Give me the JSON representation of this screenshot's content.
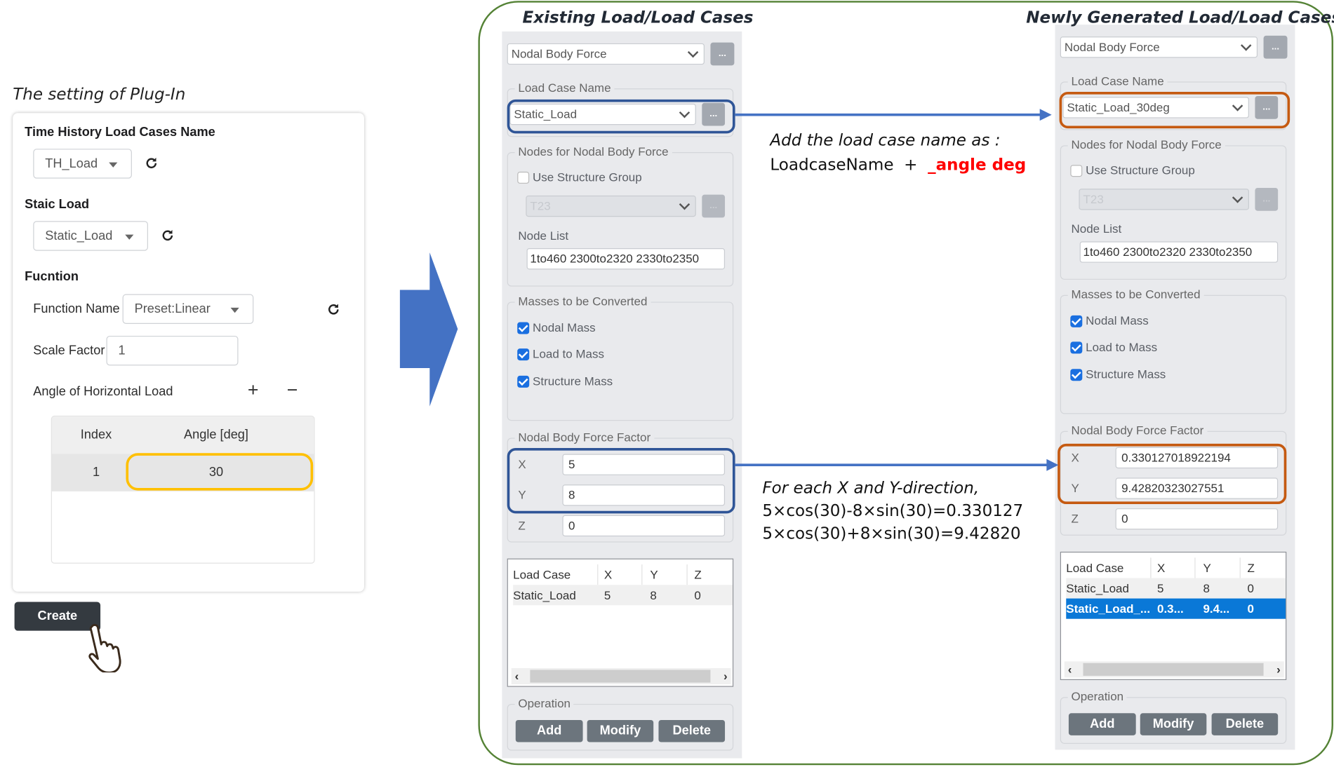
{
  "left_panel": {
    "caption": "The setting of Plug-In",
    "th_label": "Time History Load Cases Name",
    "th_value": "TH_Load",
    "static_label": "Staic Load",
    "static_value": "Static_Load",
    "function_label": "Fucntion",
    "function_name_label": "Function Name",
    "function_name_value": "Preset:Linear",
    "scale_factor_label": "Scale Factor",
    "scale_factor_value": "1",
    "angle_label": "Angle of Horizontal Load",
    "add_symbol": "+",
    "remove_symbol": "−",
    "angle_table": {
      "headers": [
        "Index",
        "Angle [deg]"
      ],
      "rows": [
        [
          "1",
          "30"
        ]
      ]
    },
    "create_label": "Create"
  },
  "existing": {
    "title": "Existing Load/Load Cases",
    "type_value": "Nodal Body Force",
    "more_label": "...",
    "load_case_name_legend": "Load Case Name",
    "load_case_value": "Static_Load",
    "nodes_legend": "Nodes for Nodal Body Force",
    "use_structure_group_label": "Use Structure Group",
    "use_structure_group_checked": false,
    "group_value": "T23",
    "node_list_label": "Node List",
    "node_list_value": "1to460 2300to2320 2330to2350",
    "masses_legend": "Masses to be Converted",
    "masses": [
      {
        "label": "Nodal Mass",
        "checked": true
      },
      {
        "label": "Load to Mass",
        "checked": true
      },
      {
        "label": "Structure Mass",
        "checked": true
      }
    ],
    "factor_legend": "Nodal Body Force Factor",
    "factor": {
      "x_label": "X",
      "x": "5",
      "y_label": "Y",
      "y": "8",
      "z_label": "Z",
      "z": "0"
    },
    "table": {
      "headers": [
        "Load Case",
        "X",
        "Y",
        "Z"
      ],
      "rows": [
        [
          "Static_Load",
          "5",
          "8",
          "0"
        ]
      ],
      "selected_row": null
    },
    "operation_legend": "Operation",
    "buttons": {
      "add": "Add",
      "modify": "Modify",
      "delete": "Delete"
    }
  },
  "generated": {
    "title": "Newly Generated Load/Load Cases",
    "type_value": "Nodal Body Force",
    "more_label": "...",
    "load_case_name_legend": "Load Case Name",
    "load_case_value": "Static_Load_30deg",
    "nodes_legend": "Nodes for Nodal Body Force",
    "use_structure_group_label": "Use Structure Group",
    "use_structure_group_checked": false,
    "group_value": "T23",
    "node_list_label": "Node List",
    "node_list_value": "1to460 2300to2320 2330to2350",
    "masses_legend": "Masses to be Converted",
    "masses": [
      {
        "label": "Nodal Mass",
        "checked": true
      },
      {
        "label": "Load to Mass",
        "checked": true
      },
      {
        "label": "Structure Mass",
        "checked": true
      }
    ],
    "factor_legend": "Nodal Body Force Factor",
    "factor": {
      "x_label": "X",
      "x": "0.330127018922194",
      "y_label": "Y",
      "y": "9.42820323027551",
      "z_label": "Z",
      "z": "0"
    },
    "table": {
      "headers": [
        "Load Case",
        "X",
        "Y",
        "Z"
      ],
      "rows": [
        [
          "Static_Load",
          "5",
          "8",
          "0"
        ],
        [
          "Static_Load_...",
          "0.3...",
          "9.4...",
          "0"
        ]
      ],
      "selected_row": 1
    },
    "operation_legend": "Operation",
    "buttons": {
      "add": "Add",
      "modify": "Modify",
      "delete": "Delete"
    }
  },
  "annotations": {
    "name_rule_line1": "Add the load case name as :",
    "name_rule_prefix": "LoadcaseName  +  ",
    "name_rule_suffix": "_angle deg",
    "factor_line1": "For each X and Y-direction,",
    "factor_line2": "5×cos(30)-8×sin(30)=0.330127",
    "factor_line3": "5×cos(30)+8×sin(30)=9.42820"
  },
  "colors": {
    "arrow_blue": "#4472c4",
    "highlight_existing": "#2f5597",
    "highlight_generated": "#c55a11",
    "highlight_angle": "#ffc000",
    "frame_green": "#548235",
    "suffix_red": "#ff0000",
    "selected_row": "#0a78d7"
  }
}
